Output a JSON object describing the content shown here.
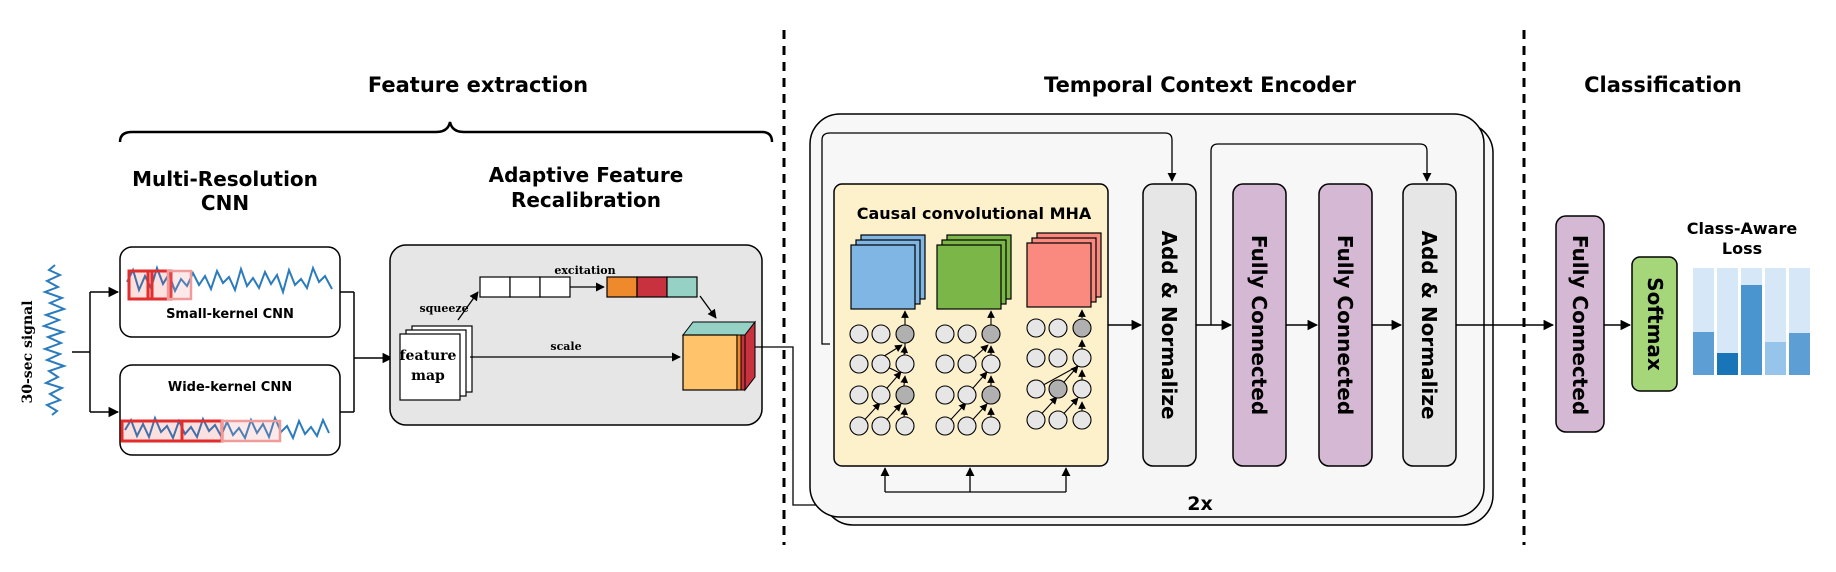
{
  "sections": {
    "feature_extraction": "Feature extraction",
    "temporal_context_encoder": "Temporal Context Encoder",
    "classification": "Classification"
  },
  "feature_extraction": {
    "mrcnn_title_line1": "Multi-Resolution",
    "mrcnn_title_line2": "CNN",
    "afr_title_line1": "Adaptive Feature",
    "afr_title_line2": "Recalibration",
    "input_label": "30-sec signal",
    "small_kernel_label": "Small-kernel CNN",
    "wide_kernel_label": "Wide-kernel CNN",
    "feature_map_line1": "feature",
    "feature_map_line2": "map",
    "squeeze_label": "squeeze",
    "excitation_label": "excitation",
    "scale_label": "scale"
  },
  "encoder": {
    "mha_title": "Causal convolutional MHA",
    "add_norm_1": "Add & Normalize",
    "fully_connected_1": "Fully Connected",
    "fully_connected_2": "Fully Connected",
    "add_norm_2": "Add & Normalize",
    "repeat_label": "2x",
    "head_colors": [
      "#7fb6e3",
      "#7ab648",
      "#fa8a80"
    ]
  },
  "classification": {
    "fully_connected": "Fully Connected",
    "softmax": "Softmax",
    "loss_line1": "Class-Aware",
    "loss_line2": "Loss"
  },
  "colors": {
    "mha_panel": "#fdf1cc",
    "afr_panel": "#e6e6e6",
    "add_norm": "#e6e6e6",
    "fully_connected": "#d5b8d3",
    "softmax": "#a6d67a",
    "signal": "#2b7bbd",
    "highlight": "#e32d2d",
    "excitation": [
      "#ef8a2c",
      "#c8323e",
      "#95d1c5"
    ],
    "recalibrated": "#ffc36b"
  }
}
